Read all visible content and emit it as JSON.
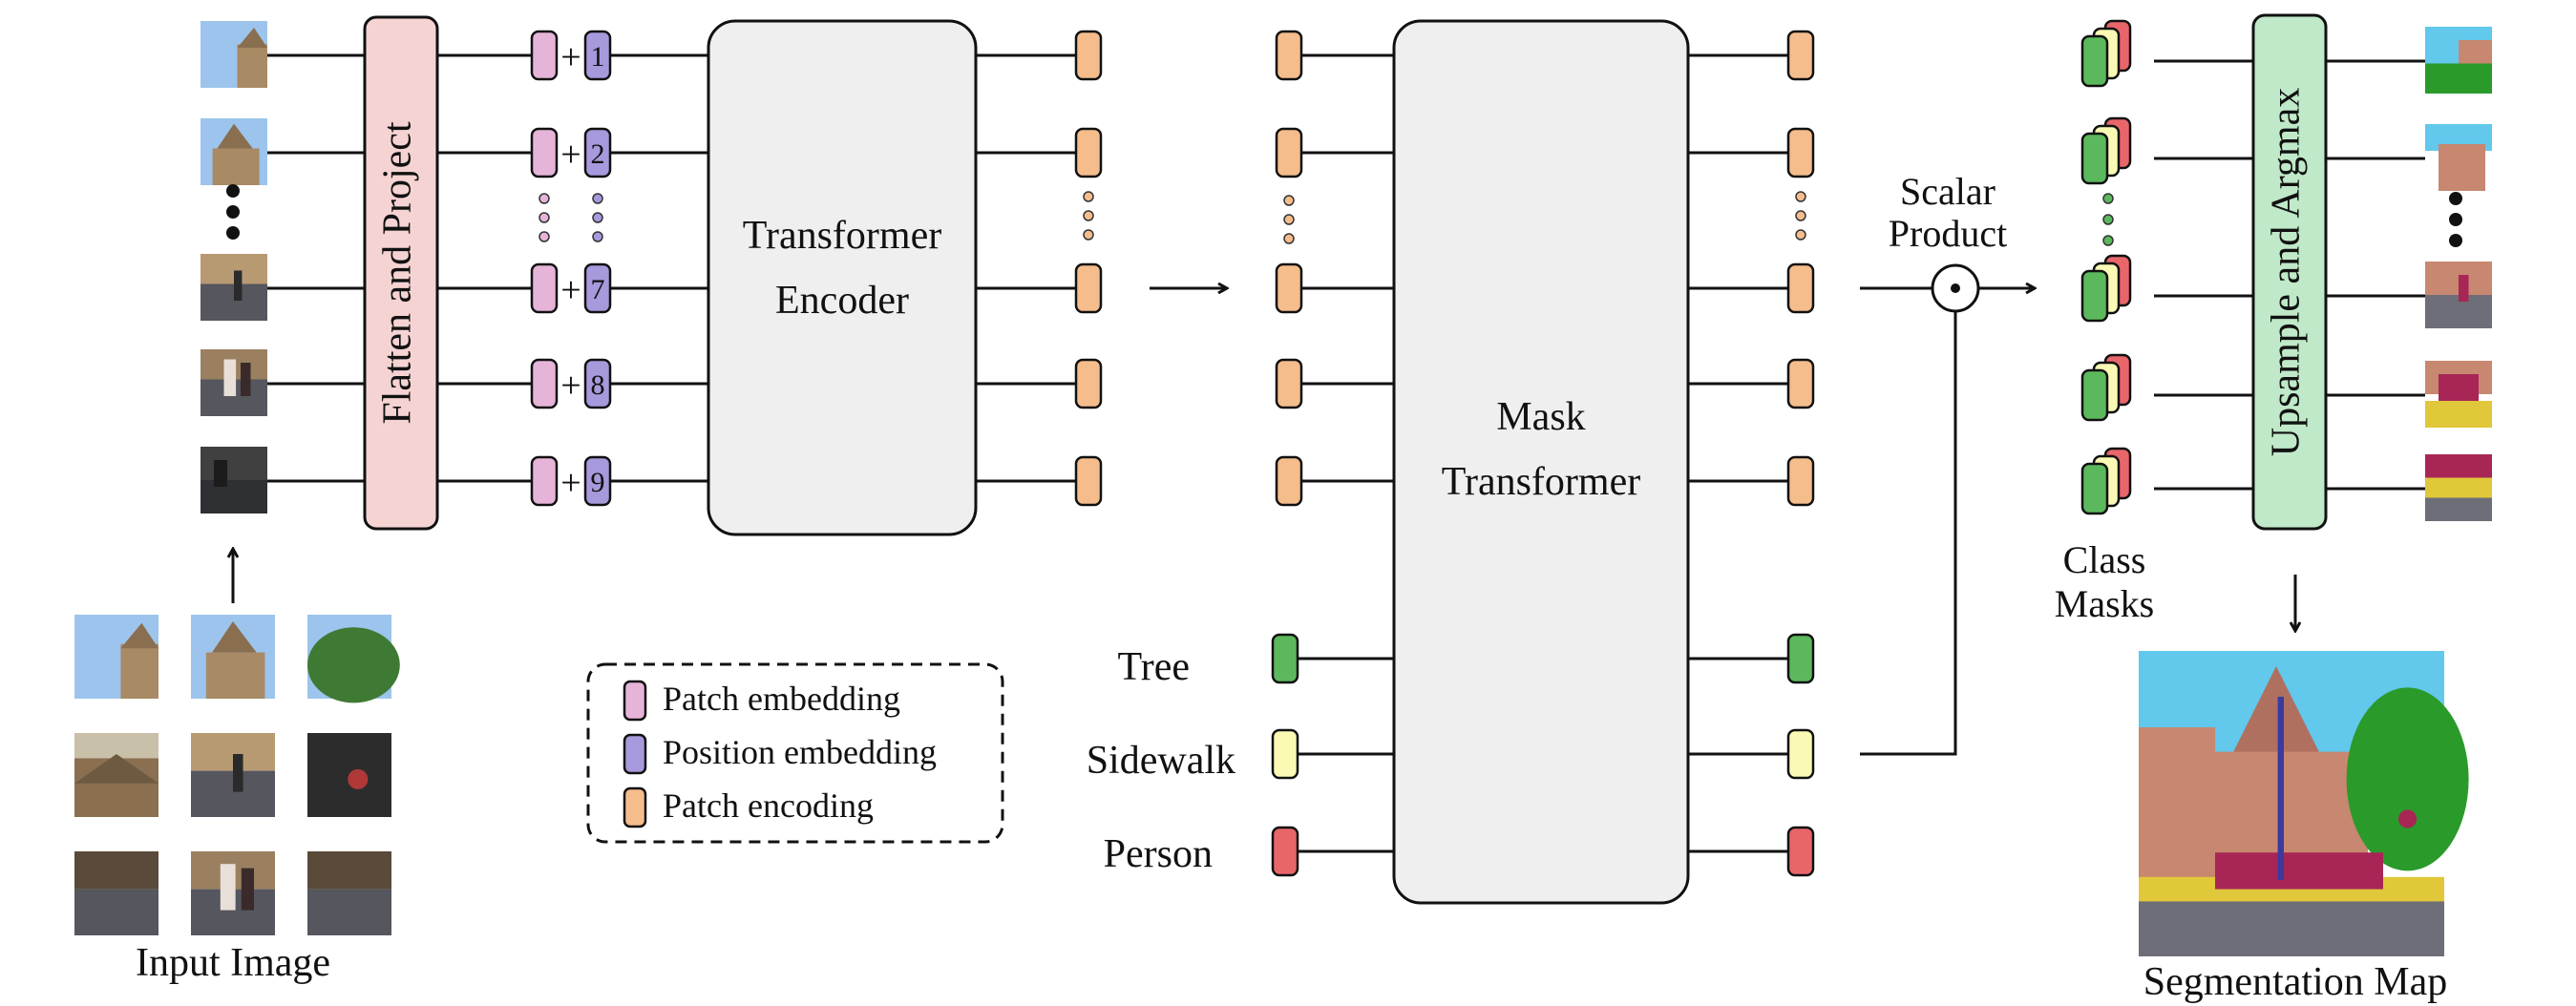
{
  "labels": {
    "input_image": "Input Image",
    "flatten_project": "Flatten and Project",
    "transformer_encoder": [
      "Transformer",
      "Encoder"
    ],
    "mask_transformer": [
      "Mask",
      "Transformer"
    ],
    "scalar_product": [
      "Scalar",
      "Product"
    ],
    "upsample_argmax": "Upsample and Argmax",
    "class_masks": [
      "Class",
      "Masks"
    ],
    "segmentation_map": "Segmentation Map"
  },
  "position_indices": [
    "1",
    "2",
    "7",
    "8",
    "9"
  ],
  "plus_sign": "+",
  "classes": [
    {
      "name": "Tree",
      "color": "#5cb85c"
    },
    {
      "name": "Sidewalk",
      "color": "#fafab4"
    },
    {
      "name": "Person",
      "color": "#e8666a"
    }
  ],
  "legend": [
    {
      "label": "Patch embedding",
      "color": "#e6b4d8"
    },
    {
      "label": "Position embedding",
      "color": "#a898dc"
    },
    {
      "label": "Patch encoding",
      "color": "#f5bc8c"
    }
  ],
  "colors": {
    "patch_embedding": "#e6b4d8",
    "position_embedding": "#a898dc",
    "patch_encoding": "#f5bc8c",
    "flatten_box": "#f6d3d3",
    "upsample_box": "#bfe9c8",
    "transformer_box": "#efefef",
    "sky": "#9cc4ec",
    "stone": "#a88a64",
    "foliage": "#3f7a34",
    "road": "#55565e",
    "seg_building": "#c88770",
    "seg_sky": "#62c8ec",
    "seg_tree": "#2a9a2a",
    "seg_person": "#a82656",
    "seg_sidewalk": "#e0c83a",
    "seg_road": "#6e6e78"
  }
}
